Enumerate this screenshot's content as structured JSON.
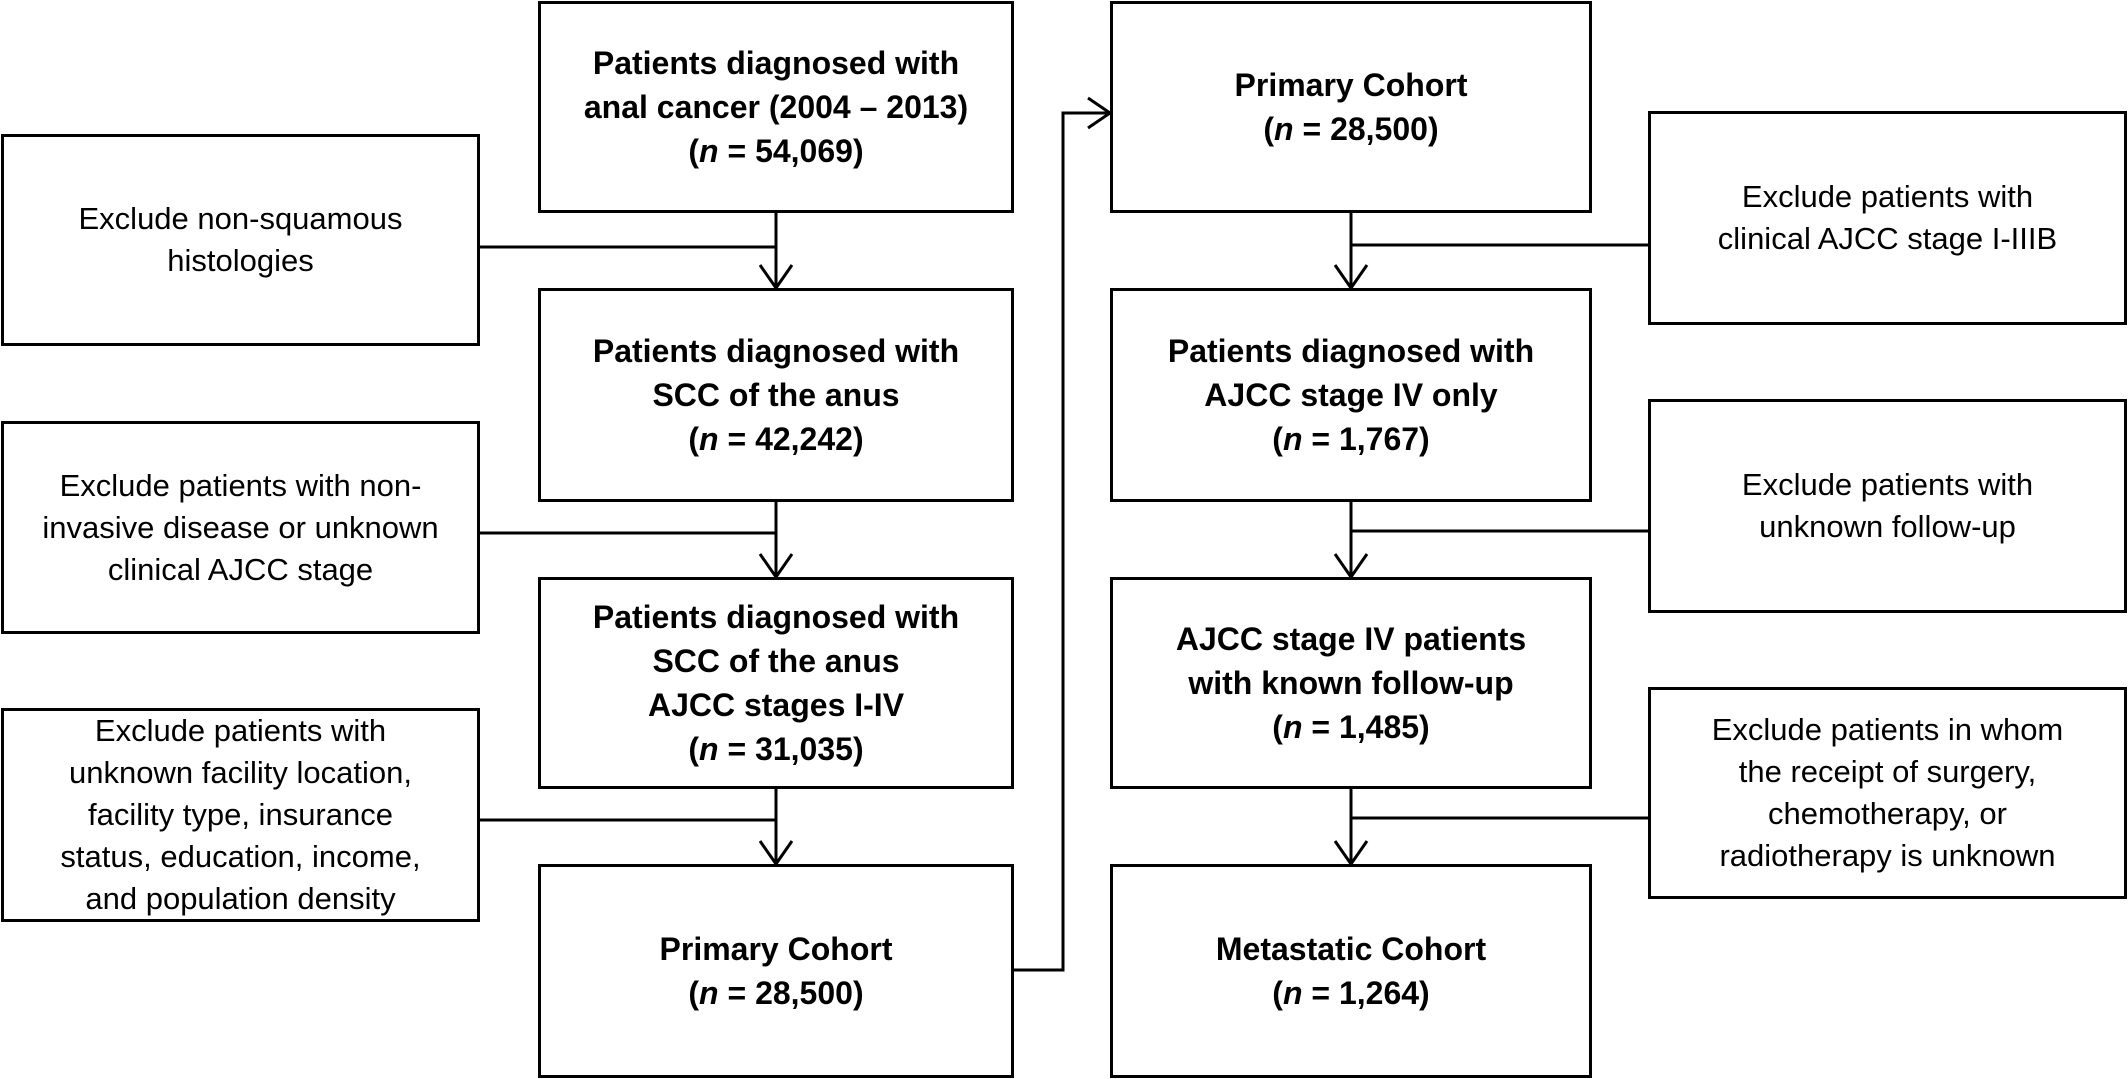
{
  "left_column": {
    "box1": {
      "lines": [
        "Patients diagnosed with",
        "anal cancer (2004 – 2013)"
      ],
      "count_open": "(",
      "count_var": "n",
      "count_rest": " = 54,069)"
    },
    "box2": {
      "lines": [
        "Patients diagnosed with",
        "SCC of the anus"
      ],
      "count_open": "(",
      "count_var": "n",
      "count_rest": " = 42,242)"
    },
    "box3": {
      "lines": [
        "Patients diagnosed with",
        "SCC of the anus",
        "AJCC stages I-IV"
      ],
      "count_open": "(",
      "count_var": "n",
      "count_rest": " = 31,035)"
    },
    "box4": {
      "lines": [
        "Primary Cohort"
      ],
      "count_open": "(",
      "count_var": "n",
      "count_rest": " = 28,500)"
    }
  },
  "left_exclusions": {
    "excl1": [
      "Exclude non-squamous",
      "histologies"
    ],
    "excl2": [
      "Exclude patients with non-",
      "invasive disease or unknown",
      "clinical AJCC stage"
    ],
    "excl3": [
      "Exclude patients with",
      "unknown facility location,",
      "facility type, insurance",
      "status, education, income,",
      "and population density"
    ]
  },
  "right_column": {
    "box1": {
      "lines": [
        "Primary Cohort"
      ],
      "count_open": "(",
      "count_var": "n",
      "count_rest": " = 28,500)"
    },
    "box2": {
      "lines": [
        "Patients diagnosed with",
        "AJCC stage IV only"
      ],
      "count_open": "(",
      "count_var": "n",
      "count_rest": " = 1,767)"
    },
    "box3": {
      "lines": [
        "AJCC stage IV patients",
        "with known follow-up"
      ],
      "count_open": "(",
      "count_var": "n",
      "count_rest": " = 1,485)"
    },
    "box4": {
      "lines": [
        "Metastatic Cohort"
      ],
      "count_open": "(",
      "count_var": "n",
      "count_rest": " = 1,264)"
    }
  },
  "right_exclusions": {
    "excl1": [
      "Exclude patients with",
      "clinical AJCC stage I-IIIB"
    ],
    "excl2": [
      "Exclude patients with",
      "unknown follow-up"
    ],
    "excl3": [
      "Exclude patients in whom",
      "the receipt of surgery,",
      "chemotherapy, or",
      "radiotherapy is unknown"
    ]
  }
}
